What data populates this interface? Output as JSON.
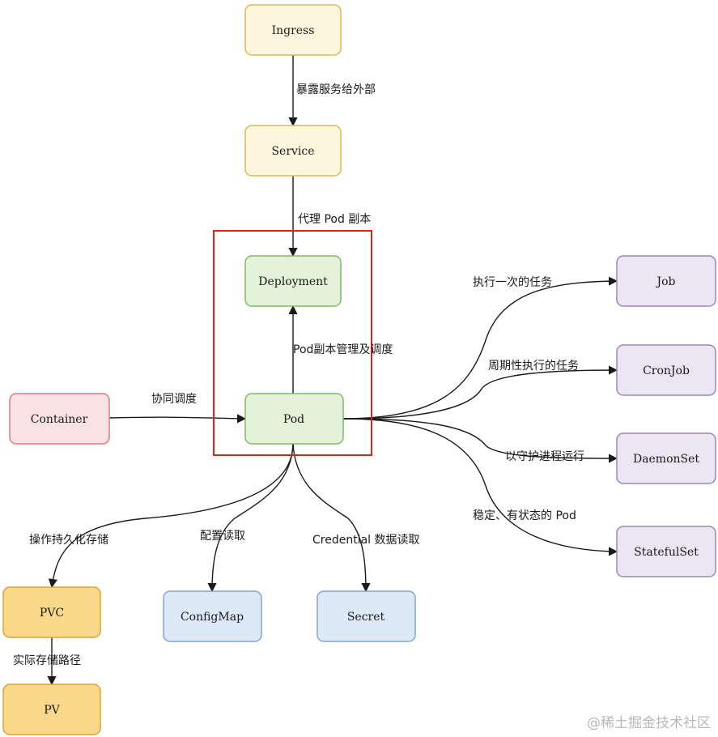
{
  "nodes": {
    "ingress": {
      "label": "Ingress"
    },
    "service": {
      "label": "Service"
    },
    "deployment": {
      "label": "Deployment"
    },
    "pod": {
      "label": "Pod"
    },
    "container": {
      "label": "Container"
    },
    "job": {
      "label": "Job"
    },
    "cronjob": {
      "label": "CronJob"
    },
    "daemonset": {
      "label": "DaemonSet"
    },
    "statefulset": {
      "label": "StatefulSet"
    },
    "pvc": {
      "label": "PVC"
    },
    "pv": {
      "label": "PV"
    },
    "configmap": {
      "label": "ConfigMap"
    },
    "secret": {
      "label": "Secret"
    }
  },
  "edges": {
    "ingress_service": "暴露服务给外部",
    "service_deployment": "代理 Pod 副本",
    "pod_deployment": "Pod副本管理及调度",
    "container_pod": "协同调度",
    "pod_job": "执行一次的任务",
    "pod_cronjob": "周期性执行的任务",
    "pod_daemonset": "以守护进程运行",
    "pod_statefulset": "稳定、有状态的 Pod",
    "pod_pvc": "操作持久化存储",
    "pod_configmap": "配置读取",
    "pod_secret": "Credential 数据读取",
    "pvc_pv": "实际存储路径"
  },
  "watermark": "@稀土掘金技术社区",
  "colors": {
    "yellow_fill": "#fdf6dd",
    "yellow_stroke": "#d9b95a",
    "green_fill": "#e3f2d9",
    "green_stroke": "#7fba64",
    "red_fill": "#fbe2e2",
    "red_stroke": "#d97b7b",
    "purple_fill": "#ece6f3",
    "purple_stroke": "#9a86b5",
    "orange_fill": "#fbd98a",
    "orange_stroke": "#d9a233",
    "blue_fill": "#dde9f6",
    "blue_stroke": "#7fa5cf",
    "highlight": "#e0201b"
  }
}
